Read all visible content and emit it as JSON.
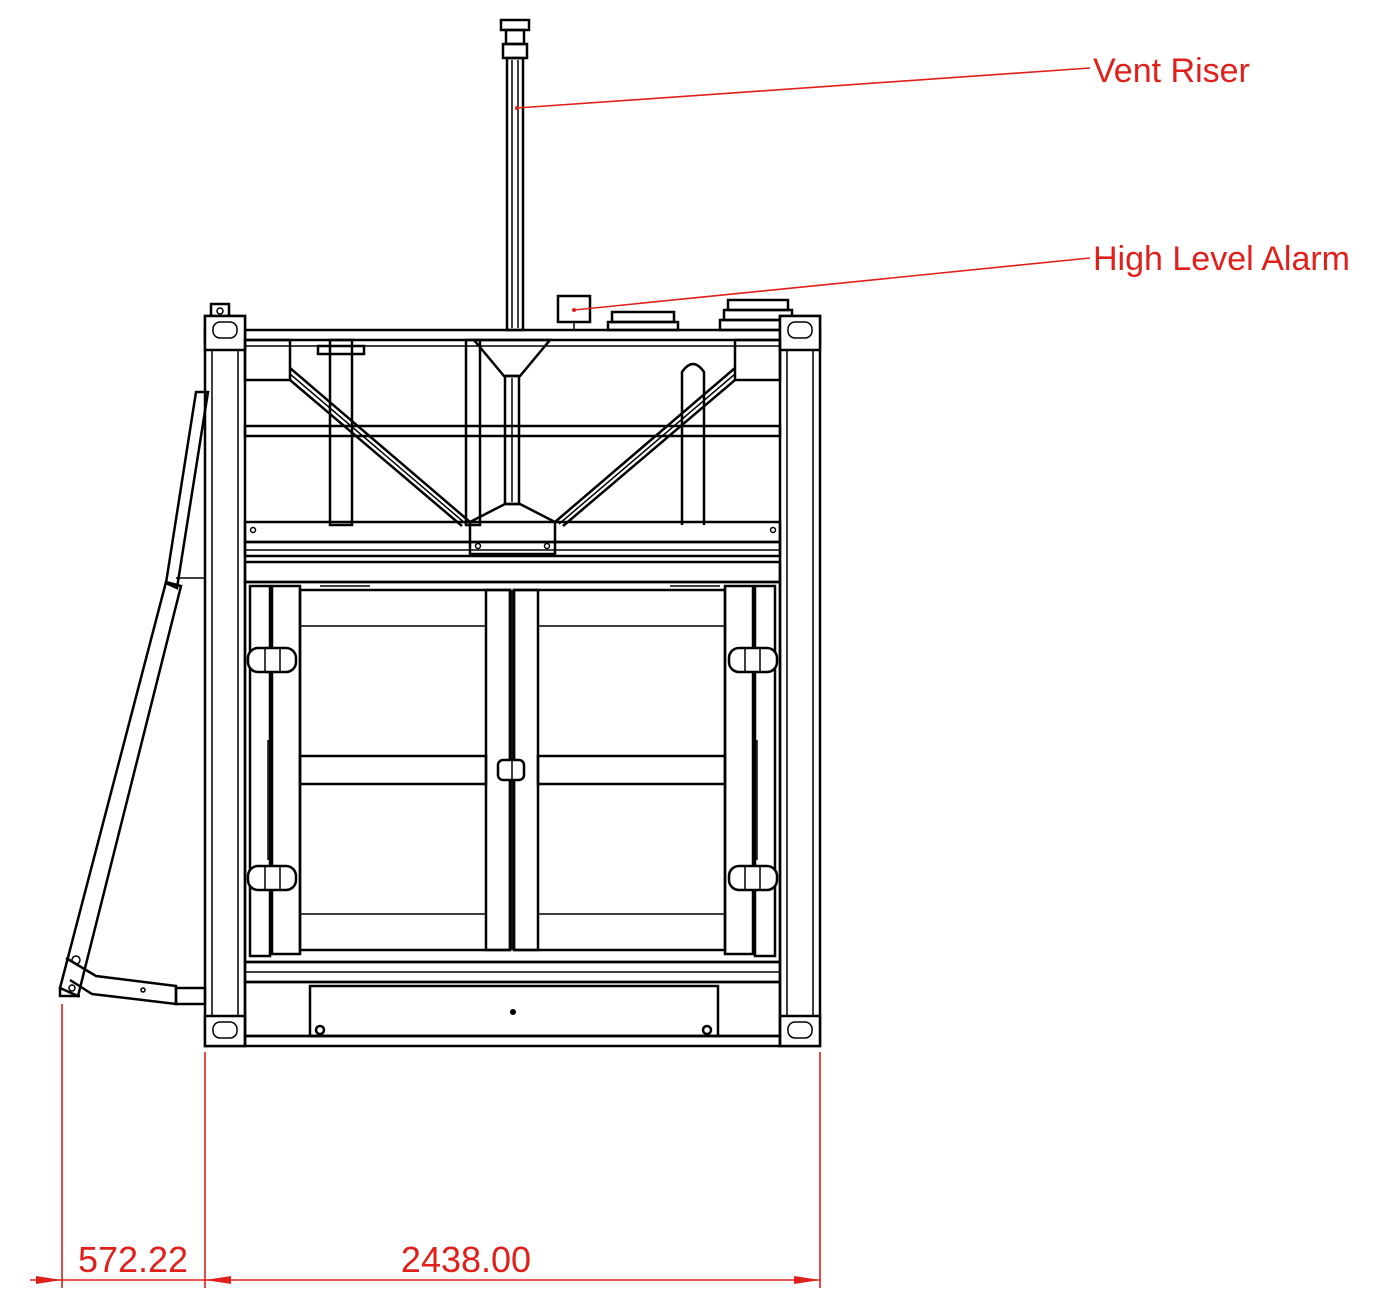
{
  "callouts": {
    "vent_riser": "Vent Riser",
    "high_level_alarm": "High Level Alarm"
  },
  "dimensions": {
    "ladder_offset": "572.22",
    "tank_width": "2438.00"
  },
  "colors": {
    "annotation": "#e0201b",
    "linework": "#000000",
    "background": "#ffffff"
  }
}
